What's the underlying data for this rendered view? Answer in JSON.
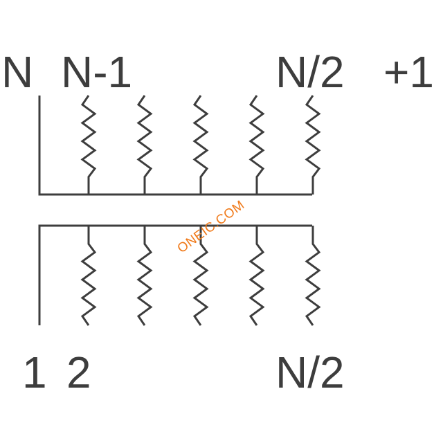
{
  "colors": {
    "line": "#3d3d3d",
    "watermark": "#f07a1a",
    "background": "#ffffff"
  },
  "top_labels": {
    "pin_n": "N",
    "pin_n_minus_1": "N-1",
    "pin_n_half": "N/2",
    "pin_plus_1": "+1"
  },
  "bottom_labels": {
    "pin_1": "1",
    "pin_2": "2",
    "pin_n_half": "N/2"
  },
  "watermark": {
    "text": "ONEIC.COM"
  },
  "resistor_count_per_row": 5
}
